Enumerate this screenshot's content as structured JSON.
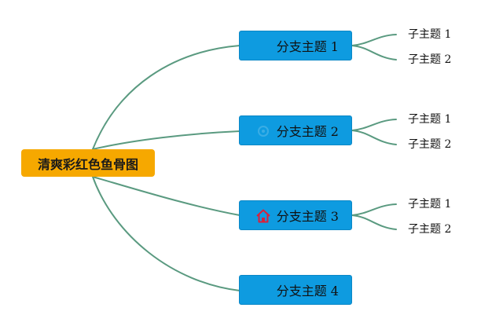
{
  "root": {
    "label": "清爽彩红色鱼骨图"
  },
  "branches": [
    {
      "label": "分支主题 1",
      "subs": [
        "子主题 1",
        "子主题 2"
      ]
    },
    {
      "label": "分支主题 2",
      "subs": [
        "子主题 1",
        "子主题 2"
      ],
      "icon": "gear-icon-faint"
    },
    {
      "label": "分支主题 3",
      "subs": [
        "子主题 1",
        "子主题 2"
      ],
      "icon": "home-icon"
    },
    {
      "label": "分支主题 4",
      "subs": []
    }
  ],
  "colors": {
    "root_fill": "#f6a800",
    "branch_fill": "#0e9be0",
    "connector": "#5a9a80",
    "home_icon": "#d9213b"
  }
}
